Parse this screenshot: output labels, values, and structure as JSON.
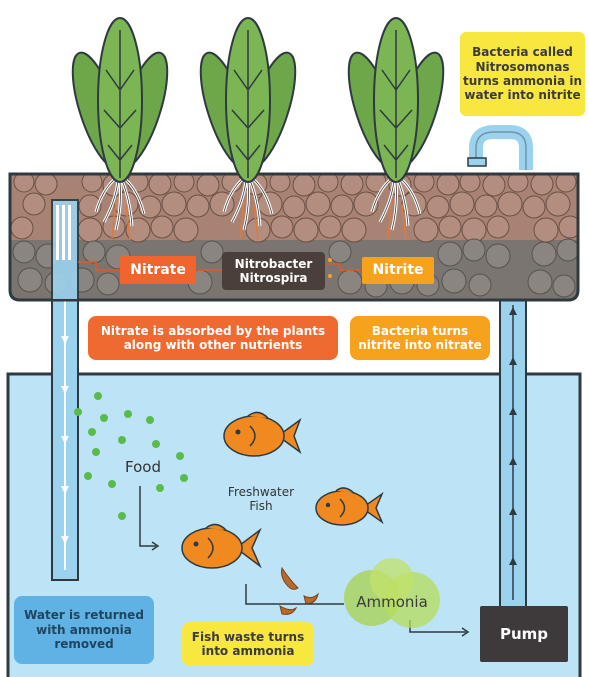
{
  "labels": {
    "nitrosomonas": [
      "Bacteria called",
      "Nitrosomonas",
      "turns ammonia in",
      "water into nitrite"
    ],
    "nitrate": "Nitrate",
    "nitrobacter": [
      "Nitrobacter",
      "Nitrospira"
    ],
    "nitrite": "Nitrite",
    "absorbed": [
      "Nitrate is absorbed by the plants",
      "along with other nutrients"
    ],
    "bacteria_turns": [
      "Bacteria turns",
      "nitrite into nitrate"
    ],
    "food": "Food",
    "fish": [
      "Freshwater",
      "Fish"
    ],
    "ammonia": "Ammonia",
    "pump": "Pump",
    "returned": [
      "Water is returned",
      "with ammonia",
      "removed"
    ],
    "fish_waste": [
      "Fish waste turns",
      "into ammonia"
    ]
  },
  "colors": {
    "water": "#bde4f6",
    "tank_border": "#2f3a40",
    "pebble_top": "#9a7466",
    "pebble_bottom": "#6f6a66",
    "nitrate": "#f0642d",
    "nitrite": "#f6a21d",
    "bacteria_box": "#4a3f3b",
    "callout_yellow": "#f8e73e",
    "callout_blue": "#5fb2e3",
    "pump": "#3e3a3c",
    "fish": "#f08a20",
    "food": "#5bbb4a",
    "ammonia": "#a8d24c",
    "leaf": "#6ea64a",
    "pipe": "#9bd3ef"
  },
  "icons": [
    "lettuce-plant-icon",
    "fish-icon",
    "faucet-icon",
    "water-drop-icon",
    "food-pellet-icon",
    "fish-waste-icon",
    "ammonia-cloud-icon"
  ]
}
